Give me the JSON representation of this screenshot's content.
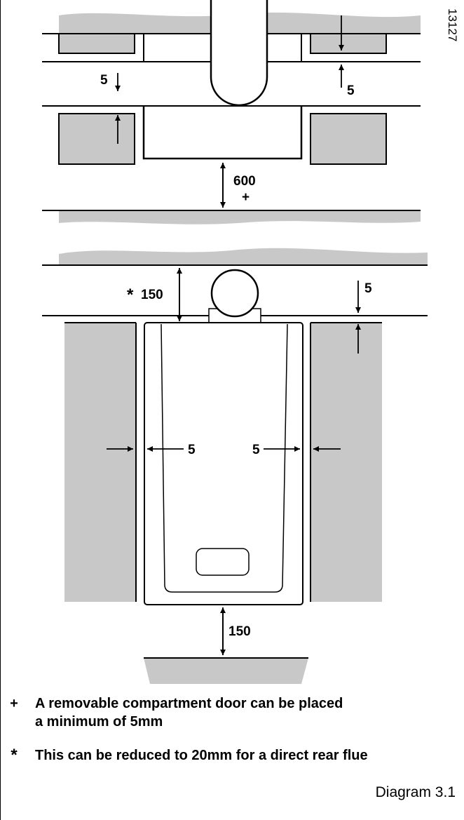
{
  "figure_id": "13127",
  "top_section": {
    "gap_left_label": "5",
    "gap_right_label": "5",
    "clearance_front_label": "600",
    "clearance_front_symbol": "+"
  },
  "bottom_section": {
    "top_clearance_symbol": "*",
    "top_clearance_label": "150",
    "top_right_gap_label": "5",
    "side_left_label": "5",
    "side_right_label": "5",
    "bottom_clearance_label": "150"
  },
  "notes": [
    {
      "symbol": "+",
      "text_line1": "A removable compartment door can be placed",
      "text_line2": "a minimum of 5mm"
    },
    {
      "symbol": "*",
      "text_line1": "This can be reduced to 20mm for a direct rear flue"
    }
  ],
  "caption": "Diagram 3.1",
  "colors": {
    "shading": "#c8c8c8",
    "line": "#000000",
    "background": "#ffffff"
  }
}
